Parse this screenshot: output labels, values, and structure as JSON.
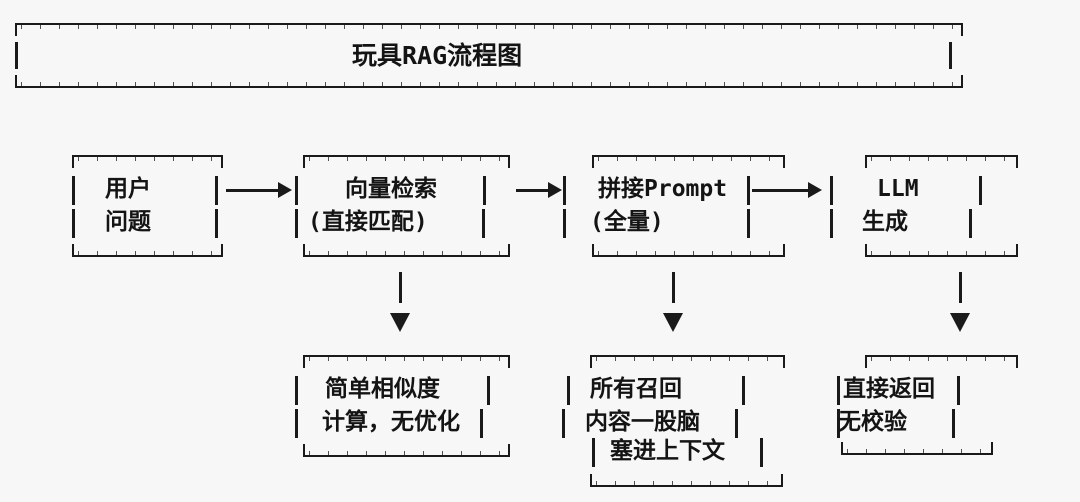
{
  "header": {
    "title": "玩具RAG流程图"
  },
  "flow": {
    "stages": [
      {
        "name": "user-question",
        "lines": [
          "用户",
          "问题"
        ]
      },
      {
        "name": "vector-search",
        "lines": [
          "向量检索",
          "(直接匹配)"
        ]
      },
      {
        "name": "prompt-concat",
        "lines": [
          "拼接Prompt",
          "(全量)"
        ]
      },
      {
        "name": "llm-generate",
        "lines": [
          "LLM",
          "生成"
        ]
      }
    ],
    "notes": [
      {
        "name": "vector-search-note",
        "lines": [
          "简单相似度",
          "计算，无优化"
        ]
      },
      {
        "name": "prompt-concat-note",
        "lines": [
          "所有召回",
          "内容一股脑",
          "塞进上下文"
        ]
      },
      {
        "name": "llm-generate-note",
        "lines": [
          "直接返回",
          "无校验"
        ]
      }
    ]
  },
  "colors": {
    "background": "#f7f7f7",
    "line": "#1a1a1a",
    "text": "#141414"
  }
}
